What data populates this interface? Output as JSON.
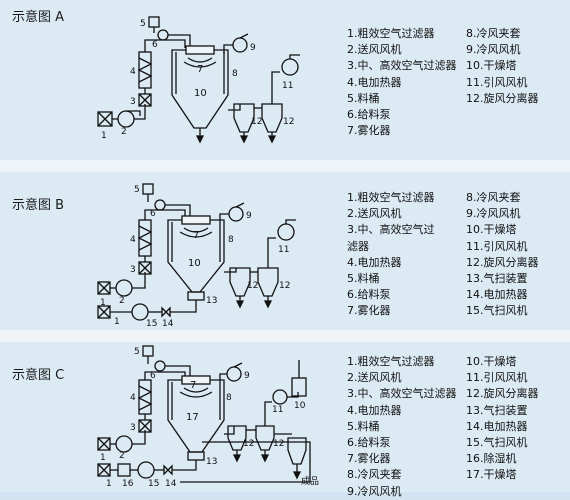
{
  "panels": [
    {
      "title": "示意图 A",
      "legend_left": [
        "1.粗效空气过滤器",
        "2.送风风机",
        "3.中、高效空气过滤器",
        "4.电加热器",
        "5.料桶",
        "6.给料泵",
        "7.雾化器"
      ],
      "legend_right": [
        "8.冷风夹套",
        "9.冷风风机",
        "10.干燥塔",
        "11.引风风机",
        "12.旋风分离器"
      ]
    },
    {
      "title": "示意图 B",
      "legend_left": [
        "1.粗效空气过滤器",
        "2.送风风机",
        "3.中、高效空气过",
        "滤器",
        "4.电加热器",
        "5.料桶",
        "6.给料泵",
        "7.雾化器"
      ],
      "legend_right": [
        "8.冷风夹套",
        "9.冷风风机",
        "10.干燥塔",
        "11.引风风机",
        "12.旋风分离器",
        "13.气扫装置",
        "14.电加热器",
        "15.气扫风机"
      ]
    },
    {
      "title": "示意图 C",
      "legend_left": [
        "1.粗效空气过滤器",
        "2.送风风机",
        "3.中、高效空气过滤器",
        "4.电加热器",
        "5.料桶",
        "6.给料泵",
        "7.雾化器",
        "8.冷风夹套",
        "9.冷风风机"
      ],
      "legend_right": [
        "10.干燥塔",
        "11.引风风机",
        "12.旋风分离器",
        "13.气扫装置",
        "14.电加热器",
        "15.气扫风机",
        "16.除湿机",
        "17.干燥塔"
      ]
    }
  ],
  "diagram_labels": {
    "a": [
      "1",
      "2",
      "3",
      "4",
      "5",
      "6",
      "7",
      "8",
      "9",
      "10",
      "11",
      "12",
      "12"
    ],
    "b": [
      "1",
      "2",
      "3",
      "4",
      "5",
      "6",
      "7",
      "8",
      "9",
      "10",
      "11",
      "12",
      "12",
      "13",
      "14",
      "15",
      "1"
    ],
    "c": [
      "1",
      "2",
      "3",
      "4",
      "5",
      "6",
      "7",
      "8",
      "9",
      "17",
      "10",
      "11",
      "12",
      "12",
      "13",
      "14",
      "15",
      "16",
      "1"
    ],
    "product": "成品"
  }
}
